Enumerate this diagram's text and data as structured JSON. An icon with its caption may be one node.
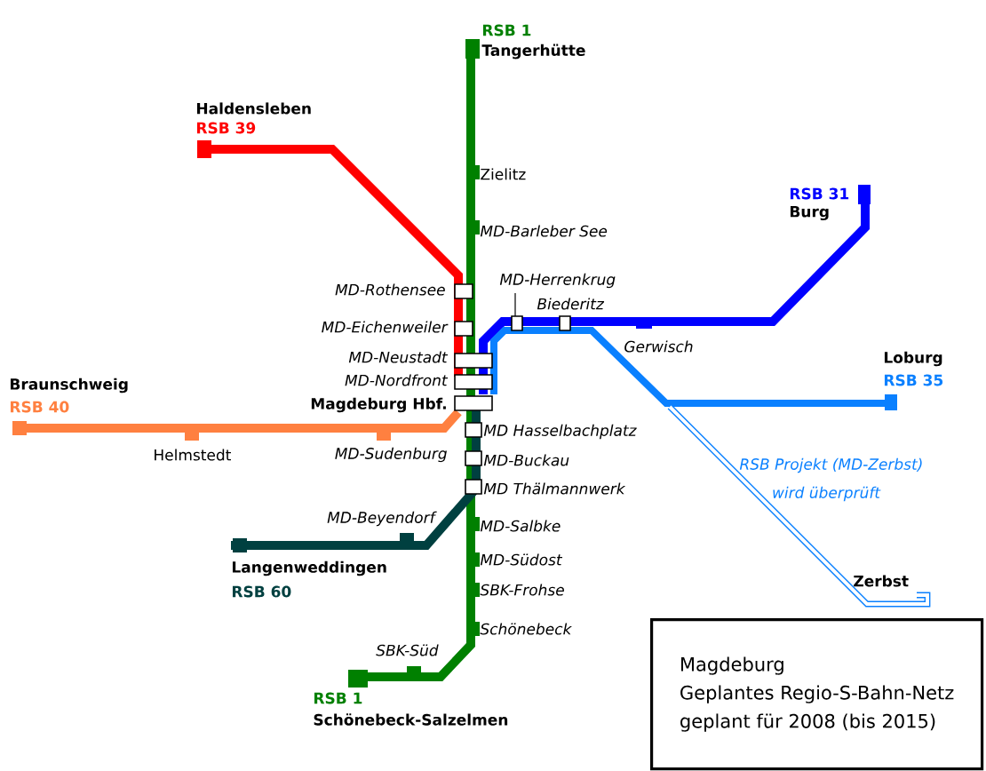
{
  "diagram": {
    "nodes": [
      {
        "text": [
          "Magdeburg",
          "Geplantes Regio-S-Bahn-Netz",
          "geplant für 2008 (bis 2015)"
        ]
      }
    ],
    "labels": [
      "RSB 1",
      "Tangerhütte",
      "Haldensleben",
      "RSB 39",
      "Zielitz",
      "MD-Barleber See",
      "RSB 31",
      "Burg",
      "MD-Rothensee",
      "MD-Herrenkrug",
      "Biederitz",
      "MD-Eichenweiler",
      "MD-Neustadt",
      "Gerwisch",
      "Loburg",
      "Braunschweig",
      "MD-Nordfront",
      "RSB 35",
      "RSB 40",
      "Magdeburg Hbf.",
      "MD Hasselbachplatz",
      "Helmstedt",
      "MD-Sudenburg",
      "MD-Buckau",
      "RSB Projekt (MD-Zerbst)",
      "MD Thälmannwerk",
      "wird überprüft",
      "MD-Beyendorf",
      "MD-Salbke",
      "Langenweddingen",
      "RSB 60",
      "MD-Südost",
      "Zerbst",
      "SBK-Frohse",
      "Schönebeck",
      "SBK-Süd",
      "RSB 1",
      "Schönebeck-Salzelmen"
    ]
  }
}
